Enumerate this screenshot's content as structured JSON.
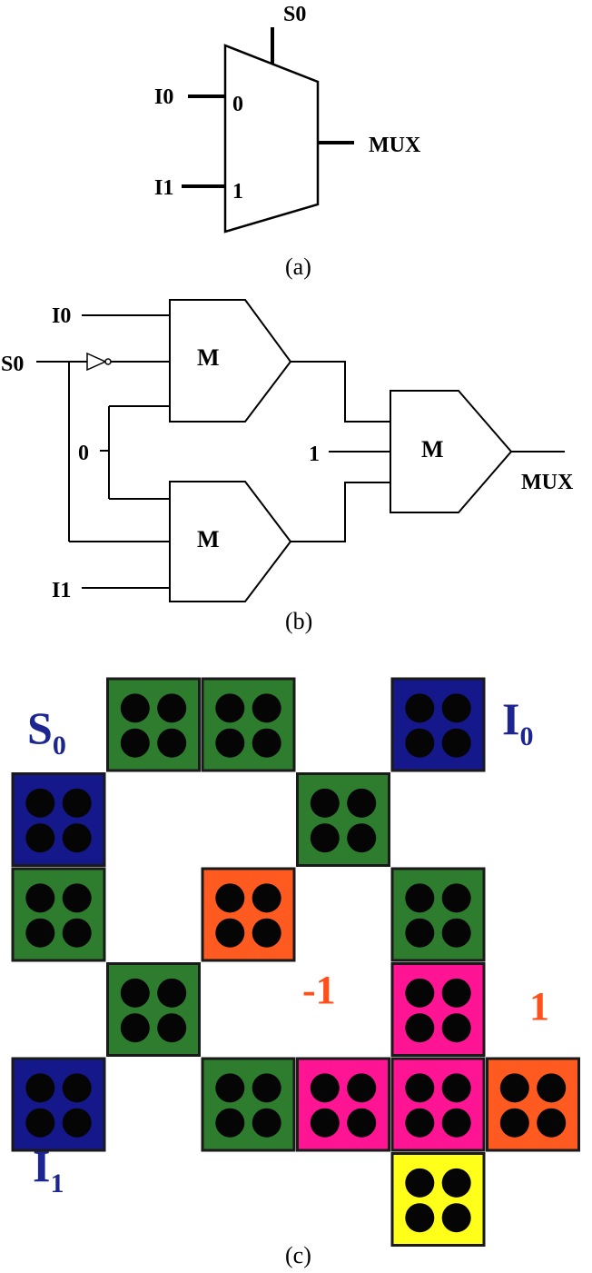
{
  "colors": {
    "green": "#2e7d2e",
    "blue": "#15188a",
    "orange": "#ff5a1f",
    "magenta": "#ff1493",
    "yellow": "#ffff1a",
    "label_blue": "#1c2590",
    "label_orange": "#ff4f1a"
  },
  "panel_a": {
    "select": "S0",
    "input0": "I0",
    "input1": "I1",
    "port0": "0",
    "port1": "1",
    "output": "MUX",
    "caption": "(a)"
  },
  "panel_b": {
    "in0": "I0",
    "sel": "S0",
    "const0": "0",
    "in1": "I1",
    "const1": "1",
    "gate1": "M",
    "gate2": "M",
    "gate3": "M",
    "output": "MUX",
    "caption": "(b)"
  },
  "panel_c": {
    "s0_main": "S",
    "s0_sub": "0",
    "i0_main": "I",
    "i0_sub": "0",
    "i1_main": "I",
    "i1_sub": "1",
    "minus_one": "-1",
    "one": "1",
    "caption": "(c)",
    "cells": [
      {
        "row": 0,
        "col": 1,
        "color": "green"
      },
      {
        "row": 0,
        "col": 2,
        "color": "green"
      },
      {
        "row": 0,
        "col": 4,
        "color": "blue"
      },
      {
        "row": 1,
        "col": 0,
        "color": "blue"
      },
      {
        "row": 1,
        "col": 3,
        "color": "green"
      },
      {
        "row": 2,
        "col": 0,
        "color": "green"
      },
      {
        "row": 2,
        "col": 2,
        "color": "orange"
      },
      {
        "row": 2,
        "col": 4,
        "color": "green"
      },
      {
        "row": 3,
        "col": 1,
        "color": "green"
      },
      {
        "row": 3,
        "col": 4,
        "color": "magenta"
      },
      {
        "row": 4,
        "col": 0,
        "color": "blue"
      },
      {
        "row": 4,
        "col": 2,
        "color": "green"
      },
      {
        "row": 4,
        "col": 3,
        "color": "magenta"
      },
      {
        "row": 4,
        "col": 4,
        "color": "magenta"
      },
      {
        "row": 4,
        "col": 5,
        "color": "orange"
      },
      {
        "row": 5,
        "col": 4,
        "color": "yellow"
      }
    ]
  }
}
